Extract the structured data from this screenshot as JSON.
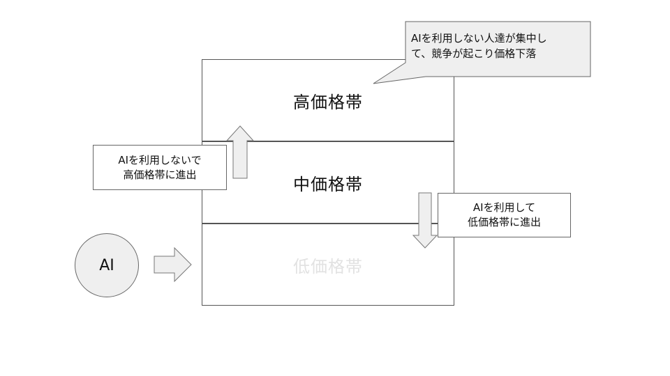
{
  "bands": {
    "high": "高価格帯",
    "mid": "中価格帯",
    "low": "低価格帯"
  },
  "notes": {
    "left": "AIを利用しないで\n高価格帯に進出",
    "right": "AIを利用して\n低価格帯に進出",
    "callout": "AIを利用しない人達が集中し\nて、競争が起こり価格下落"
  },
  "ai_label": "AI",
  "colors": {
    "line": "#555555",
    "arrow_fill": "#efefef",
    "callout_fill": "#efefef",
    "faded_text": "#e2e2e2"
  }
}
